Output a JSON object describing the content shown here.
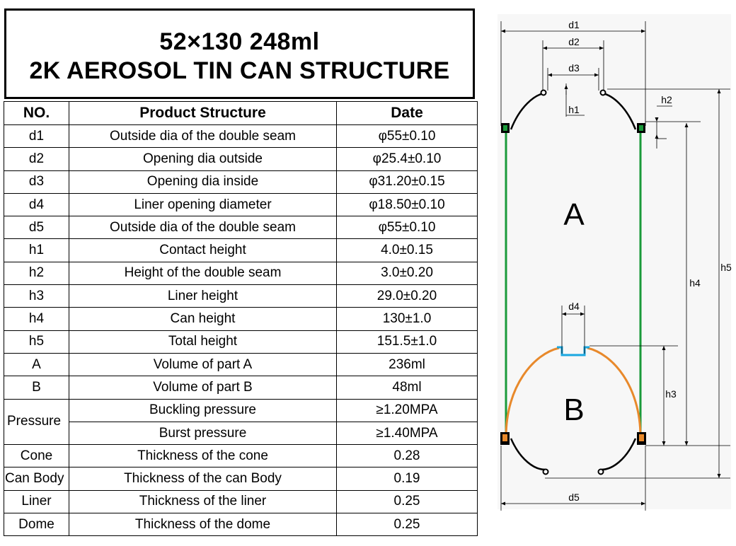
{
  "title": {
    "line1": "52×130  248ml",
    "line2": "2K AEROSOL TIN CAN STRUCTURE"
  },
  "table": {
    "headers": [
      "NO.",
      "Product Structure",
      "Date"
    ],
    "rows": [
      {
        "no": "d1",
        "structure": "Outside dia of the double seam",
        "value": "φ55±0.10"
      },
      {
        "no": "d2",
        "structure": "Opening dia outside",
        "value": "φ25.4±0.10"
      },
      {
        "no": "d3",
        "structure": "Opening dia inside",
        "value": "φ31.20±0.15"
      },
      {
        "no": "d4",
        "structure": "Liner opening diameter",
        "value": "φ18.50±0.10"
      },
      {
        "no": "d5",
        "structure": "Outside dia of the double seam",
        "value": "φ55±0.10"
      },
      {
        "no": "h1",
        "structure": "Contact height",
        "value": "4.0±0.15"
      },
      {
        "no": "h2",
        "structure": "Height of the double seam",
        "value": "3.0±0.20"
      },
      {
        "no": "h3",
        "structure": "Liner height",
        "value": "29.0±0.20"
      },
      {
        "no": "h4",
        "structure": "Can height",
        "value": "130±1.0"
      },
      {
        "no": "h5",
        "structure": "Total height",
        "value": "151.5±1.0"
      },
      {
        "no": "A",
        "structure": "Volume of part A",
        "value": "236ml"
      },
      {
        "no": "B",
        "structure": "Volume of part B",
        "value": "48ml"
      }
    ],
    "pressure": {
      "label": "Pressure",
      "rows": [
        {
          "structure": "Buckling pressure",
          "value": "≥1.20MPA"
        },
        {
          "structure": "Burst pressure",
          "value": "≥1.40MPA"
        }
      ]
    },
    "tail_rows": [
      {
        "no": "Cone",
        "structure": "Thickness of the cone",
        "value": "0.28"
      },
      {
        "no": "Can Body",
        "structure": "Thickness of the can Body",
        "value": "0.19"
      },
      {
        "no": "Liner",
        "structure": "Thickness of the liner",
        "value": "0.25"
      },
      {
        "no": "Dome",
        "structure": "Thickness of the dome",
        "value": "0.25"
      }
    ]
  },
  "diagram": {
    "labels": {
      "d1": "d1",
      "d2": "d2",
      "d3": "d3",
      "d4": "d4",
      "d5": "d5",
      "h1": "h1",
      "h2": "h2",
      "h3": "h3",
      "h4": "h4",
      "h5": "h5",
      "part_a": "A",
      "part_b": "B"
    },
    "colors": {
      "body": "#1a9a3a",
      "liner": "#e8892b",
      "liner_opening": "#1aa7e0",
      "seam": "#1a9a3a",
      "outline": "#000000"
    }
  }
}
